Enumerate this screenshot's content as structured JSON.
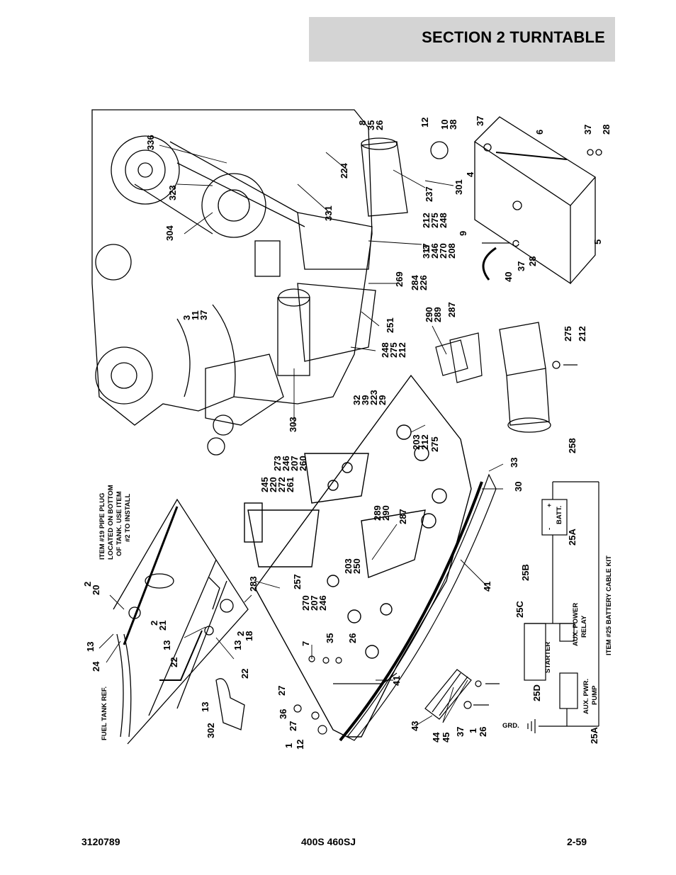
{
  "header": {
    "section_title": "SECTION 2   TURNTABLE"
  },
  "footer": {
    "left": "3120789",
    "center": "400S 460SJ",
    "right": "2-59"
  },
  "callouts": [
    {
      "id": "c336",
      "text": "336"
    },
    {
      "id": "c323",
      "text": "323"
    },
    {
      "id": "c304",
      "text": "304"
    },
    {
      "id": "c3a",
      "text": "3"
    },
    {
      "id": "c11",
      "text": "11"
    },
    {
      "id": "c37a",
      "text": "37"
    },
    {
      "id": "c331",
      "text": "331"
    },
    {
      "id": "c224",
      "text": "224"
    },
    {
      "id": "c8",
      "text": "8"
    },
    {
      "id": "c35a",
      "text": "35"
    },
    {
      "id": "c26a",
      "text": "26"
    },
    {
      "id": "c12a",
      "text": "12"
    },
    {
      "id": "c10",
      "text": "10"
    },
    {
      "id": "c38",
      "text": "38"
    },
    {
      "id": "c301",
      "text": "301"
    },
    {
      "id": "c237",
      "text": "237"
    },
    {
      "id": "c212a",
      "text": "212"
    },
    {
      "id": "c275a",
      "text": "275"
    },
    {
      "id": "c248a",
      "text": "248"
    },
    {
      "id": "c3b",
      "text": "3"
    },
    {
      "id": "c317",
      "text": "317"
    },
    {
      "id": "c246a",
      "text": "246"
    },
    {
      "id": "c270a",
      "text": "270"
    },
    {
      "id": "c208",
      "text": "208"
    },
    {
      "id": "c269",
      "text": "269"
    },
    {
      "id": "c284",
      "text": "284"
    },
    {
      "id": "c226",
      "text": "226"
    },
    {
      "id": "c251",
      "text": "251"
    },
    {
      "id": "c248b",
      "text": "248"
    },
    {
      "id": "c275b",
      "text": "275"
    },
    {
      "id": "c212b",
      "text": "212"
    },
    {
      "id": "c290a",
      "text": "290"
    },
    {
      "id": "c289a",
      "text": "289"
    },
    {
      "id": "c287a",
      "text": "287"
    },
    {
      "id": "c37b",
      "text": "37"
    },
    {
      "id": "c6",
      "text": "6"
    },
    {
      "id": "c37c",
      "text": "37"
    },
    {
      "id": "c28a",
      "text": "28"
    },
    {
      "id": "c4",
      "text": "4"
    },
    {
      "id": "c5",
      "text": "5"
    },
    {
      "id": "c9",
      "text": "9"
    },
    {
      "id": "c40",
      "text": "40"
    },
    {
      "id": "c37d",
      "text": "37"
    },
    {
      "id": "c28b",
      "text": "28"
    },
    {
      "id": "c275c",
      "text": "275"
    },
    {
      "id": "c212c",
      "text": "212"
    },
    {
      "id": "c258",
      "text": "258"
    },
    {
      "id": "c32",
      "text": "32"
    },
    {
      "id": "c39",
      "text": "39"
    },
    {
      "id": "c223",
      "text": "223"
    },
    {
      "id": "c29",
      "text": "29"
    },
    {
      "id": "c303",
      "text": "303"
    },
    {
      "id": "c203a",
      "text": "203"
    },
    {
      "id": "c212d",
      "text": "212"
    },
    {
      "id": "c275d",
      "text": "275"
    },
    {
      "id": "c273",
      "text": "273"
    },
    {
      "id": "c246b",
      "text": "246"
    },
    {
      "id": "c207a",
      "text": "207"
    },
    {
      "id": "c260",
      "text": "260"
    },
    {
      "id": "c245",
      "text": "245"
    },
    {
      "id": "c220",
      "text": "220"
    },
    {
      "id": "c272",
      "text": "272"
    },
    {
      "id": "c261",
      "text": "261"
    },
    {
      "id": "c33",
      "text": "33"
    },
    {
      "id": "c30",
      "text": "30"
    },
    {
      "id": "c289b",
      "text": "289"
    },
    {
      "id": "c290b",
      "text": "290"
    },
    {
      "id": "c287b",
      "text": "287"
    },
    {
      "id": "c203b",
      "text": "203"
    },
    {
      "id": "c250",
      "text": "250"
    },
    {
      "id": "c41a",
      "text": "41"
    },
    {
      "id": "c41b",
      "text": "41"
    },
    {
      "id": "c283",
      "text": "283"
    },
    {
      "id": "c257",
      "text": "257"
    },
    {
      "id": "c270b",
      "text": "270"
    },
    {
      "id": "c207b",
      "text": "207"
    },
    {
      "id": "c246c",
      "text": "246"
    },
    {
      "id": "c7",
      "text": "7"
    },
    {
      "id": "c35b",
      "text": "35"
    },
    {
      "id": "c26b",
      "text": "26"
    },
    {
      "id": "c2a",
      "text": "2"
    },
    {
      "id": "c20",
      "text": "20"
    },
    {
      "id": "c13a",
      "text": "13"
    },
    {
      "id": "c2b",
      "text": "2"
    },
    {
      "id": "c21",
      "text": "21"
    },
    {
      "id": "c13b",
      "text": "13"
    },
    {
      "id": "c22a",
      "text": "22"
    },
    {
      "id": "c13c",
      "text": "13"
    },
    {
      "id": "c2c",
      "text": "2"
    },
    {
      "id": "c18",
      "text": "18"
    },
    {
      "id": "c22b",
      "text": "22"
    },
    {
      "id": "c24",
      "text": "24"
    },
    {
      "id": "c13d",
      "text": "13"
    },
    {
      "id": "c302",
      "text": "302"
    },
    {
      "id": "c27a",
      "text": "27"
    },
    {
      "id": "c36",
      "text": "36"
    },
    {
      "id": "c27b",
      "text": "27"
    },
    {
      "id": "c1a",
      "text": "1"
    },
    {
      "id": "c12b",
      "text": "12"
    },
    {
      "id": "c43",
      "text": "43"
    },
    {
      "id": "c44",
      "text": "44"
    },
    {
      "id": "c45",
      "text": "45"
    },
    {
      "id": "c37e",
      "text": "37"
    },
    {
      "id": "c1b",
      "text": "1"
    },
    {
      "id": "c26c",
      "text": "26"
    },
    {
      "id": "c25a1",
      "text": "25A"
    },
    {
      "id": "c25b",
      "text": "25B"
    },
    {
      "id": "c25c",
      "text": "25C"
    },
    {
      "id": "c25d",
      "text": "25D"
    },
    {
      "id": "c25a2",
      "text": "25A"
    }
  ],
  "notes": {
    "pipe_plug_1": "ITEM #19 PIPE PLUG",
    "pipe_plug_2": "LOCATED ON BOTTOM",
    "pipe_plug_3": "OF TANK.  USE ITEM",
    "pipe_plug_4": "#2 TO INSTALL",
    "fuel_tank_ref": "FUEL TANK REF.",
    "battery_kit": "ITEM #25 BATTERY CABLE KIT",
    "batt": "BATT.",
    "batt_plus": "+",
    "batt_minus": "-",
    "aux_power_relay_1": "AUX. POWER",
    "aux_power_relay_2": "RELAY",
    "starter": "STARTER",
    "aux_pwr_pump_1": "AUX. PWR.",
    "aux_pwr_pump_2": "PUMP",
    "grd": "GRD."
  }
}
